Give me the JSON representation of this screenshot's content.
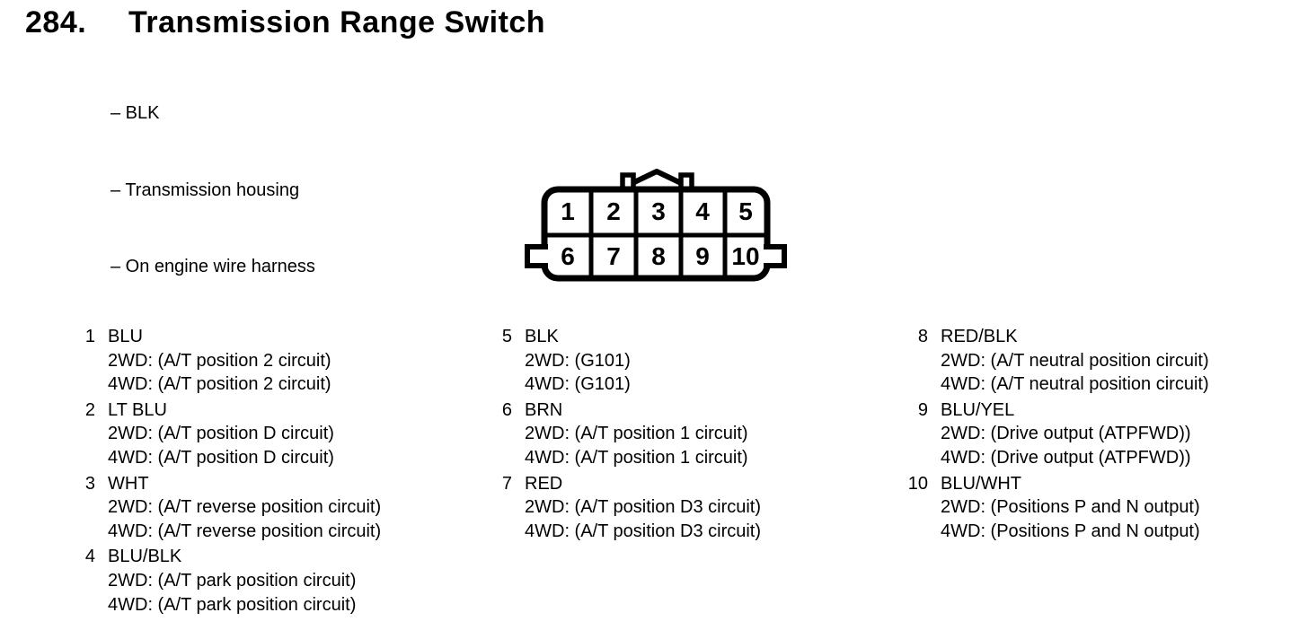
{
  "header": {
    "section_number": "284.",
    "title": "Transmission Range Switch",
    "attributes": [
      "– BLK",
      "– Transmission housing",
      "– On engine wire harness"
    ]
  },
  "connector": {
    "top_row_pins": [
      "1",
      "2",
      "3",
      "4",
      "5"
    ],
    "bottom_row_pins": [
      "6",
      "7",
      "8",
      "9",
      "10"
    ]
  },
  "pin_columns": [
    {
      "pins": [
        {
          "number": "1",
          "wire": "BLU",
          "lines": [
            "2WD: (A/T position 2 circuit)",
            "4WD: (A/T position 2 circuit)"
          ]
        },
        {
          "number": "2",
          "wire": "LT BLU",
          "lines": [
            "2WD: (A/T position D circuit)",
            "4WD: (A/T position D circuit)"
          ]
        },
        {
          "number": "3",
          "wire": "WHT",
          "lines": [
            "2WD: (A/T reverse position circuit)",
            "4WD: (A/T reverse position circuit)"
          ]
        },
        {
          "number": "4",
          "wire": "BLU/BLK",
          "lines": [
            "2WD: (A/T park position circuit)",
            "4WD: (A/T park position circuit)"
          ]
        }
      ]
    },
    {
      "pins": [
        {
          "number": "5",
          "wire": "BLK",
          "lines": [
            "2WD: (G101)",
            "4WD: (G101)"
          ]
        },
        {
          "number": "6",
          "wire": "BRN",
          "lines": [
            "2WD: (A/T position 1 circuit)",
            "4WD: (A/T position 1 circuit)"
          ]
        },
        {
          "number": "7",
          "wire": "RED",
          "lines": [
            "2WD: (A/T position D3 circuit)",
            "4WD: (A/T position D3 circuit)"
          ]
        }
      ]
    },
    {
      "pins": [
        {
          "number": "8",
          "wire": "RED/BLK",
          "lines": [
            "2WD: (A/T neutral position circuit)",
            "4WD: (A/T neutral position circuit)"
          ]
        },
        {
          "number": "9",
          "wire": "BLU/YEL",
          "lines": [
            "2WD: (Drive output (ATPFWD))",
            "4WD: (Drive output (ATPFWD))"
          ]
        },
        {
          "number": "10",
          "wire": "BLU/WHT",
          "lines": [
            "2WD: (Positions P and N output)",
            "4WD: (Positions P and N output)"
          ]
        }
      ]
    }
  ],
  "colors": {
    "ink": "#000000",
    "background": "#ffffff"
  }
}
